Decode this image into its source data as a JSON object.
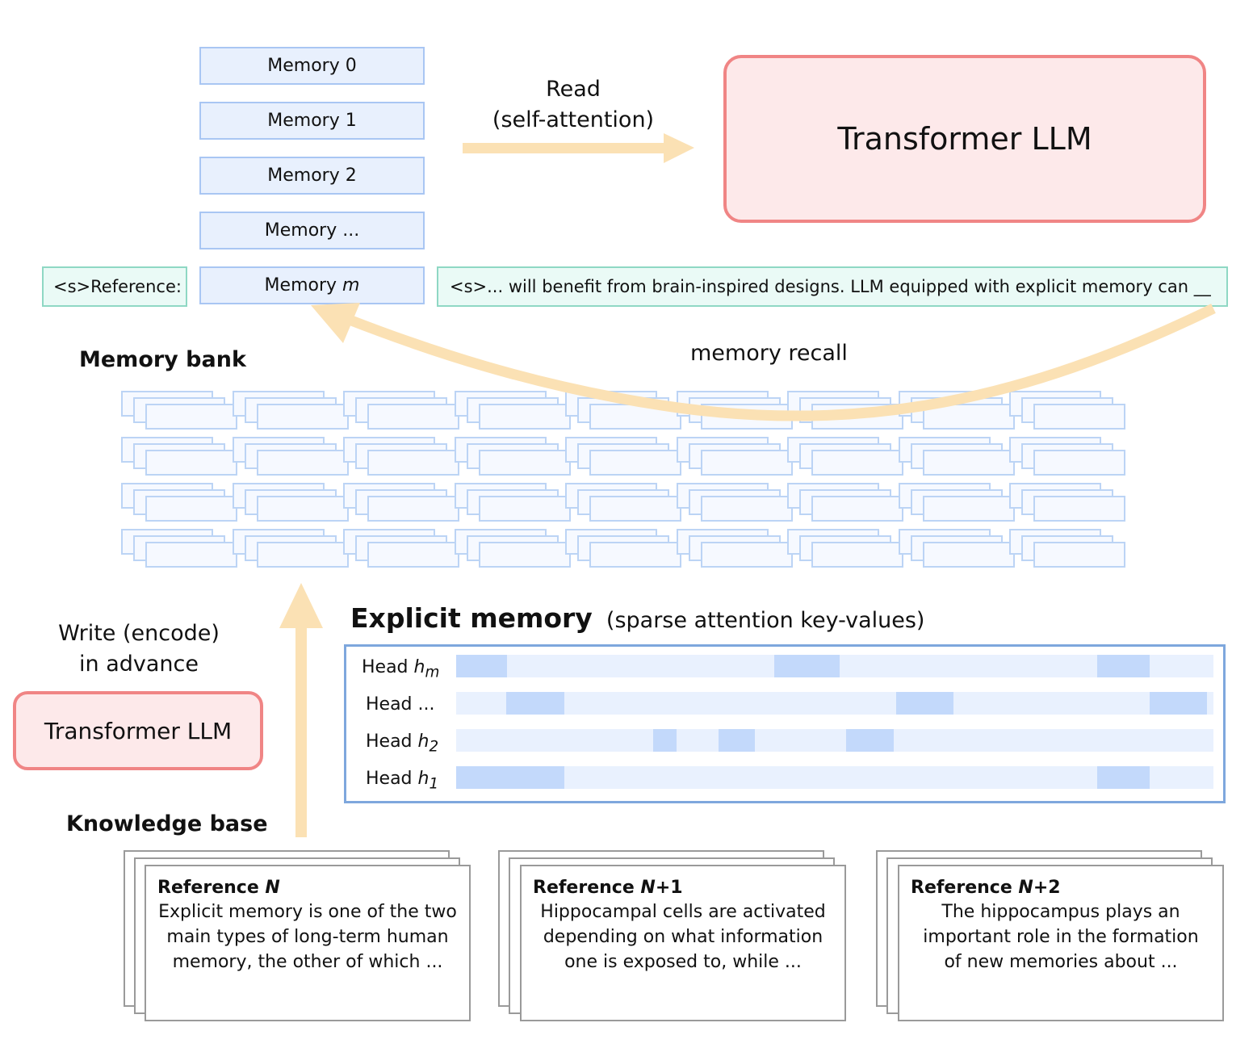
{
  "memories": [
    "Memory 0",
    "Memory 1",
    "Memory 2",
    "Memory ...",
    "Memory "
  ],
  "memory_m_italic": "m",
  "read_label": [
    "Read",
    "(self-attention)"
  ],
  "top_llm": "Transformer LLM",
  "reference_prefix": "<s>Reference:",
  "context_text": "<s>... will benefit from brain-inspired designs. LLM equipped with explicit memory can __",
  "memory_recall": "memory recall",
  "memory_bank": "Memory bank",
  "write_label": [
    "Write (encode)",
    "in advance"
  ],
  "left_llm": "Transformer LLM",
  "explicit_memory": {
    "title": "Explicit memory",
    "subtitle": "(sparse attention key-values)",
    "heads": [
      {
        "label": "Head ",
        "sub": "h",
        "subscript": "m"
      },
      {
        "label": "Head ...",
        "sub": "",
        "subscript": ""
      },
      {
        "label": "Head ",
        "sub": "h",
        "subscript": "2"
      },
      {
        "label": "Head ",
        "sub": "h",
        "subscript": "1"
      }
    ]
  },
  "knowledge_base": "Knowledge base",
  "references": [
    {
      "title": "Reference ",
      "title_italic": "N",
      "title_suffix": "",
      "lines": [
        "Explicit memory is one of the two",
        "main types of long-term human",
        "memory, the other of which ..."
      ]
    },
    {
      "title": "Reference ",
      "title_italic": "N",
      "title_suffix": "+1",
      "lines": [
        "Hippocampal cells are activated",
        "depending on what information",
        "one is exposed to, while ..."
      ]
    },
    {
      "title": "Reference ",
      "title_italic": "N",
      "title_suffix": "+2",
      "lines": [
        "The hippocampus plays an",
        "important role in the formation",
        "of new memories about ..."
      ]
    }
  ],
  "colors": {
    "arrow": "#fbe1b4",
    "llm_border": "#f08585",
    "llm_fill": "#fde9ea",
    "memory_border": "#a9c6f3",
    "highlight": "#c3d9fb"
  }
}
